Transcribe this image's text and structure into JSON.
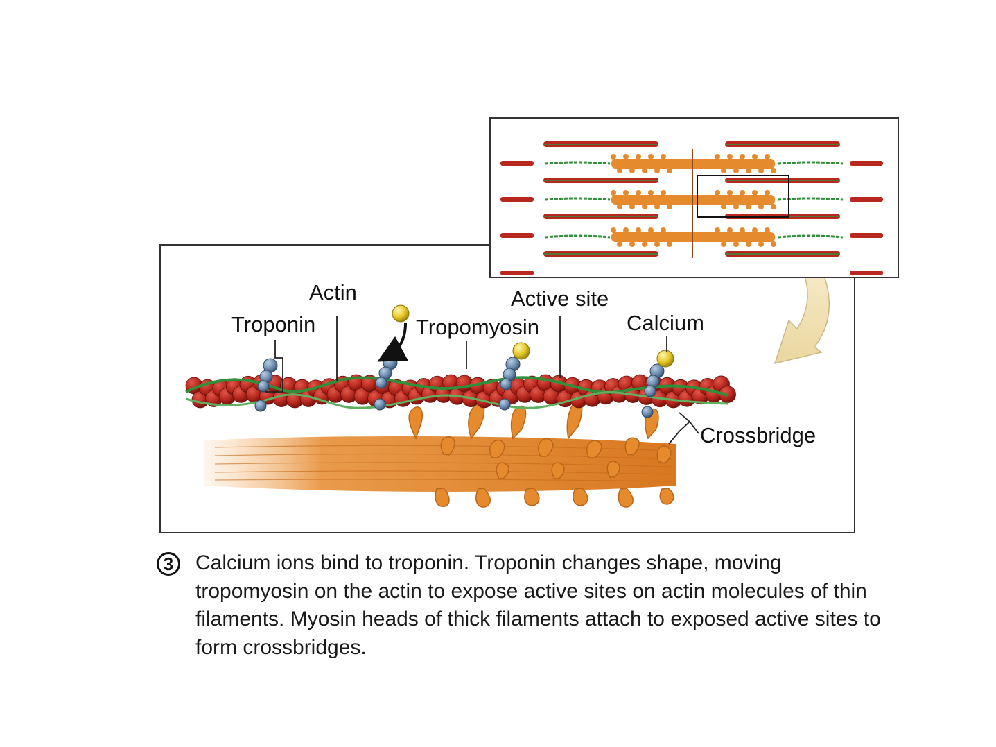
{
  "labels": {
    "actin": "Actin",
    "troponin": "Troponin",
    "tropomyosin": "Tropomyosin",
    "active_site": "Active site",
    "calcium": "Calcium",
    "crossbridge": "Crossbridge"
  },
  "caption": {
    "step_number": "3",
    "text": "Calcium ions bind to troponin. Troponin changes shape, moving tropomyosin on the actin to expose active sites on actin molecules of thin filaments. Myosin heads of thick filaments attach to exposed active sites to form crossbridges."
  },
  "colors": {
    "actin": "#b8281e",
    "tropomyosin": "#2f8f3a",
    "troponin": "#6f8fb3",
    "calcium": "#e6c828",
    "myosin": "#e68a2e",
    "arrow": "#f2e1b4"
  }
}
